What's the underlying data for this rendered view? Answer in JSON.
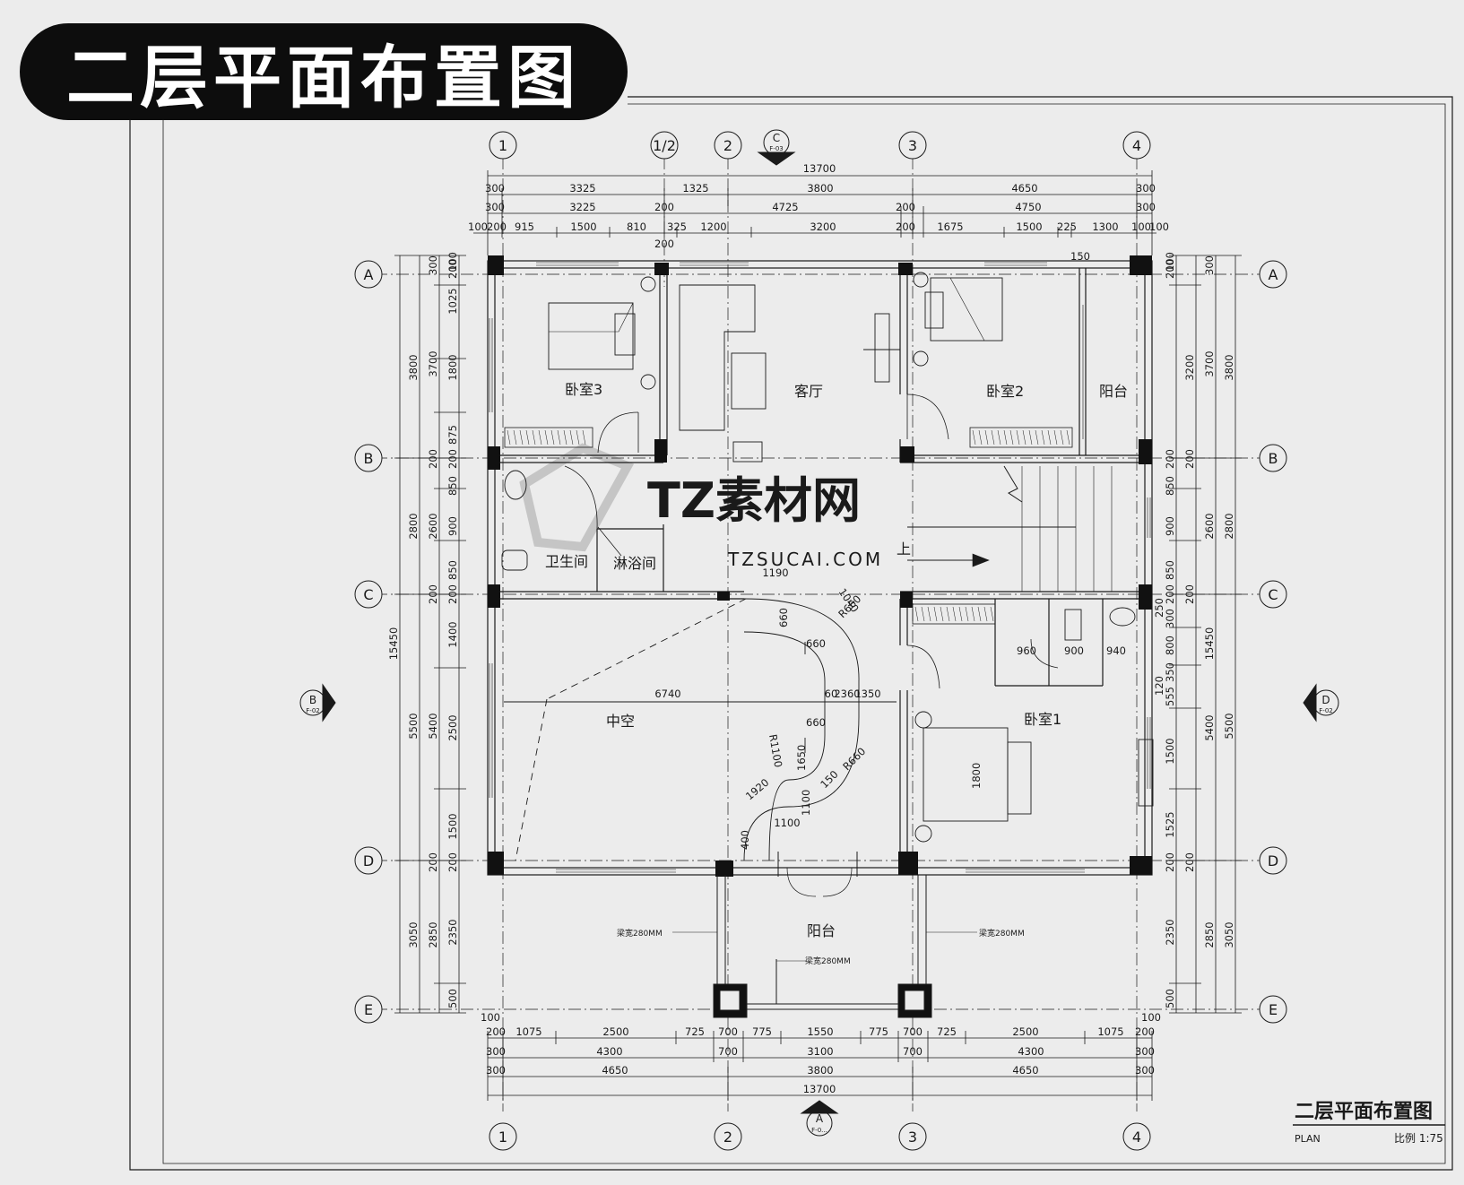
{
  "title": "二层平面布置图",
  "title_block": {
    "name": "二层平面布置图",
    "plan_label": "PLAN",
    "scale": "比例 1:75"
  },
  "watermark": {
    "brand": "TZ素材网",
    "url": "TZSUCAI.COM"
  },
  "axes": {
    "top": [
      "1",
      "1/2",
      "2",
      "3",
      "4"
    ],
    "bottom": [
      "1",
      "2",
      "3",
      "4"
    ],
    "left": [
      "A",
      "B",
      "C",
      "D",
      "E"
    ],
    "right": [
      "A",
      "B",
      "C",
      "D",
      "E"
    ]
  },
  "section_marks": {
    "top": {
      "letter": "C",
      "ref": "F-03"
    },
    "bottom": {
      "letter": "A",
      "ref": "F-0..."
    },
    "left": {
      "letter": "B",
      "ref": "F-02"
    },
    "right": {
      "letter": "D",
      "ref": "F-02"
    }
  },
  "rooms": {
    "bedroom3": "卧室3",
    "living": "客厅",
    "bedroom2": "卧室2",
    "balcony_ne": "阳台",
    "bathroom": "卫生间",
    "shower": "淋浴间",
    "void": "中空",
    "bedroom1": "卧室1",
    "balcony_s": "阳台",
    "stair_up": "上"
  },
  "beam_notes": {
    "left": "梁宽280MM",
    "right": "梁宽280MM",
    "center": "梁宽280MM"
  },
  "dims_top": {
    "total": "13700",
    "row2": [
      "300",
      "3325",
      "1325",
      "3800",
      "4650",
      "300"
    ],
    "row3": [
      "300",
      "3225",
      "200",
      "4725",
      "200",
      "4750",
      "300"
    ],
    "row4": [
      "100",
      "200",
      "915",
      "1500",
      "810",
      "325",
      "1200",
      "3200",
      "200",
      "1675",
      "1500",
      "225",
      "1300",
      "100",
      "100"
    ],
    "row4_sub": "200",
    "extra": "150"
  },
  "dims_bottom": {
    "row1": [
      "200",
      "1075",
      "2500",
      "725",
      "700",
      "775",
      "1550",
      "775",
      "700",
      "725",
      "2500",
      "1075",
      "200"
    ],
    "row2": [
      "300",
      "4300",
      "700",
      "3100",
      "700",
      "4300",
      "300"
    ],
    "row3": [
      "300",
      "4650",
      "3800",
      "4650",
      "300"
    ],
    "total": "13700",
    "ends": [
      "100",
      "100"
    ]
  },
  "dims_left": {
    "total": "15450",
    "outer": [
      "3800",
      "2800",
      "5500",
      "3050"
    ],
    "mid": [
      "300",
      "3700",
      "200",
      "2600",
      "200",
      "5400",
      "200",
      "2850"
    ],
    "inner": [
      "100",
      "200",
      "1025",
      "1800",
      "875",
      "200",
      "850",
      "900",
      "850",
      "200",
      "1400",
      "2500",
      "1500",
      "200",
      "2350",
      "500"
    ]
  },
  "dims_right": {
    "total": "15450",
    "outer": [
      "3800",
      "2800",
      "5500",
      "3050"
    ],
    "mid": [
      "300",
      "3700",
      "200",
      "2600",
      "200",
      "5400",
      "200",
      "2850"
    ],
    "inner": [
      "100",
      "200",
      "3200",
      "200",
      "850",
      "900",
      "850",
      "200",
      "250",
      "300",
      "800",
      "350",
      "555",
      "120",
      "1500",
      "1525",
      "200",
      "2350",
      "500"
    ]
  },
  "dims_interior": {
    "void_width": "6740",
    "void_right": [
      "60",
      "2360",
      "1350"
    ],
    "stair": [
      "1190",
      "1040",
      "R660",
      "660",
      "660",
      "660",
      "R1100",
      "1650",
      "150",
      "R660",
      "1920",
      "1100",
      "1100",
      "400"
    ],
    "bath2": [
      "960",
      "900",
      "940"
    ],
    "bed1": "1800"
  },
  "colors": {
    "line": "#1a1a1a",
    "paper": "#ececec",
    "title_bg": "#0d0d0d"
  }
}
